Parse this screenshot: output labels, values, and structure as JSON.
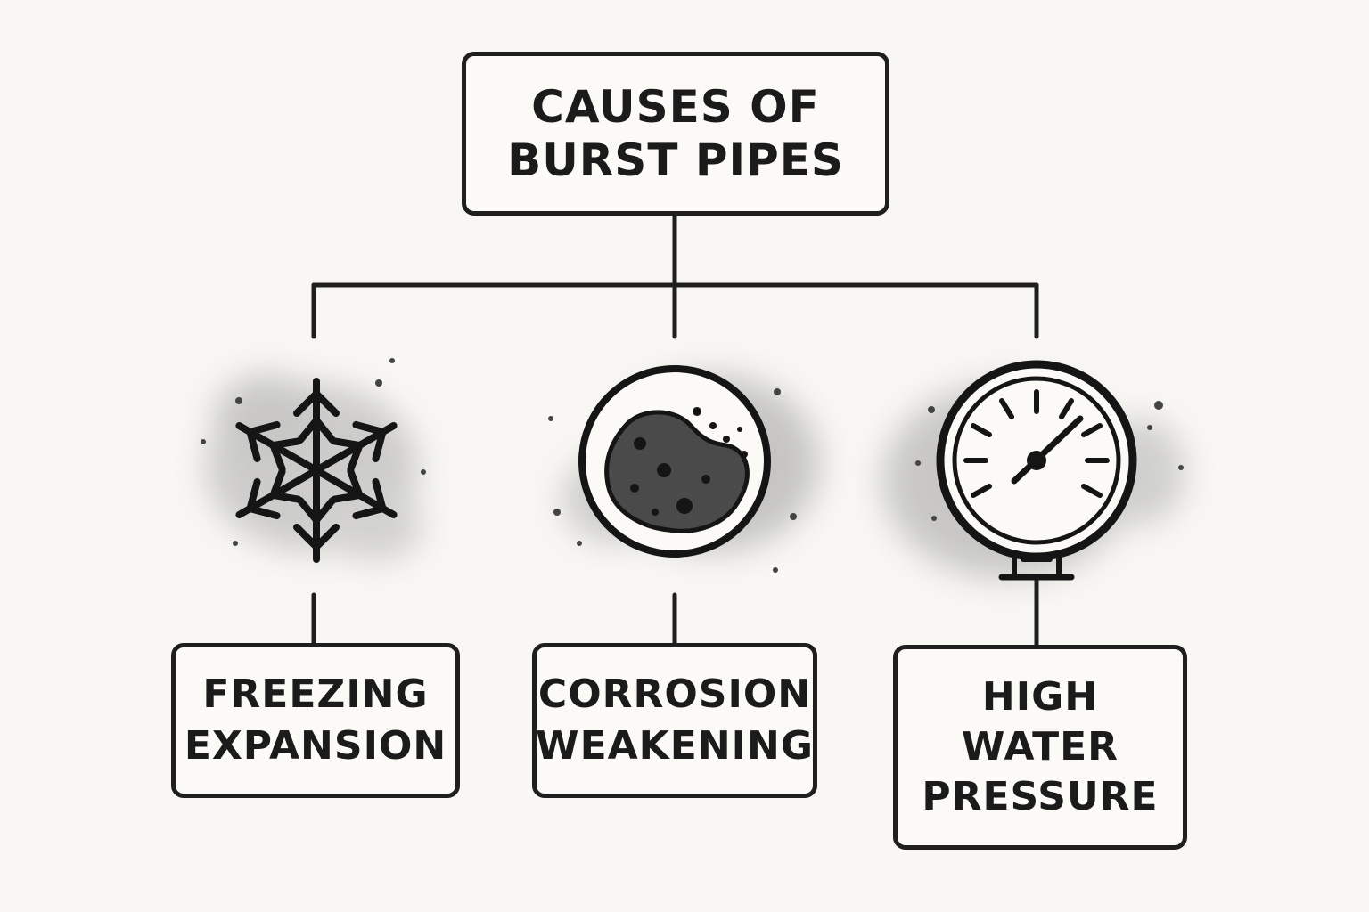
{
  "title": {
    "line1": "CAUSES OF",
    "line2": "BURST PIPES"
  },
  "causes": [
    {
      "line1": "FREEZING",
      "line2": "EXPANSION",
      "icon": "snowflake-icon"
    },
    {
      "line1": "CORROSION",
      "line2": "WEAKENING",
      "icon": "corroded-pipe-icon"
    },
    {
      "line1": "HIGH",
      "line2": "WATER",
      "line3": "PRESSURE",
      "icon": "pressure-gauge-icon"
    }
  ],
  "colors": {
    "ink": "#1f1f1f",
    "background": "#f8f7f3",
    "wash": "#9a9a9a"
  }
}
